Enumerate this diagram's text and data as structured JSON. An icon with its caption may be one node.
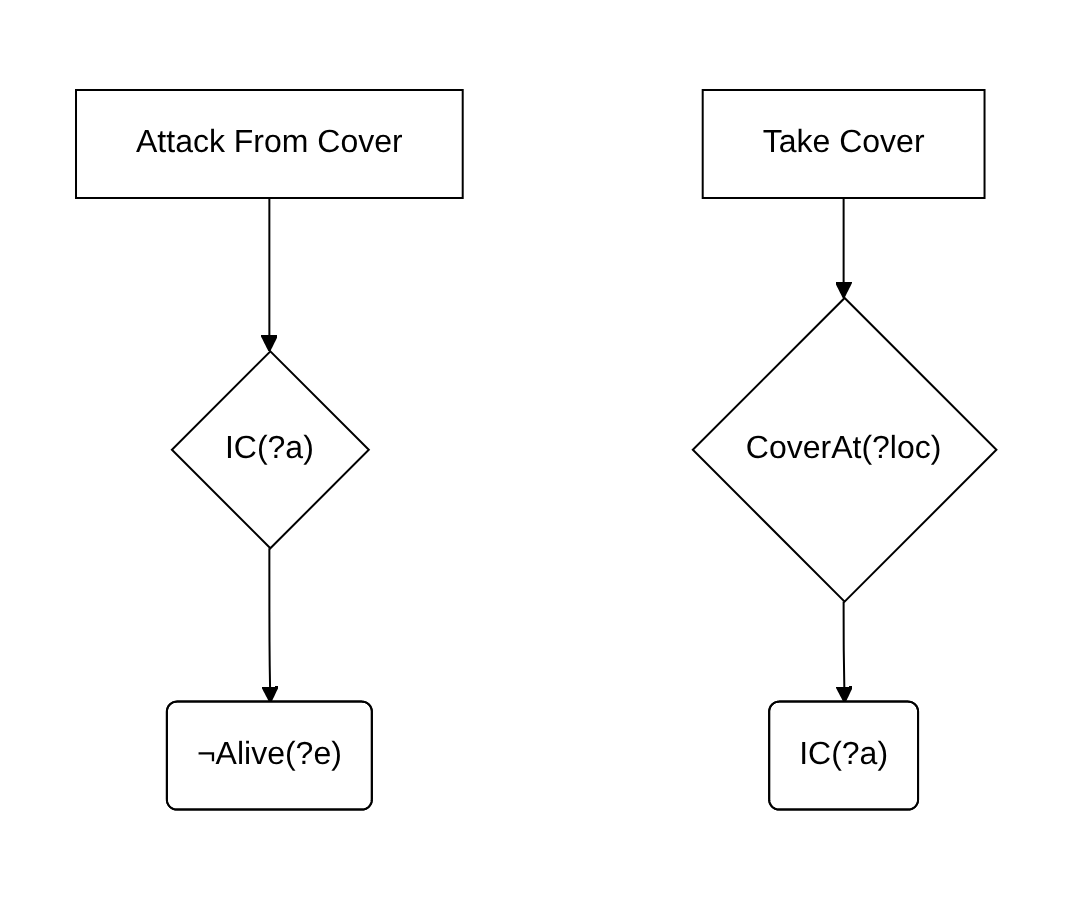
{
  "diagram": {
    "nodes": [
      {
        "text": [
          "Attack From Cover"
        ]
      },
      {
        "text": [
          "IC(?a)"
        ]
      },
      {
        "text": [
          "¬Alive(?e)"
        ]
      },
      {
        "text": [
          "Take Cover"
        ]
      },
      {
        "text": [
          "CoverAt(?loc)"
        ]
      },
      {
        "text": [
          "IC(?a)"
        ]
      }
    ],
    "edges": [
      {
        "from": 0,
        "to": 1,
        "arrow": "to"
      },
      {
        "from": 1,
        "to": 2,
        "arrow": "to"
      },
      {
        "from": 3,
        "to": 4,
        "arrow": "to"
      },
      {
        "from": 4,
        "to": 5,
        "arrow": "to"
      }
    ]
  }
}
